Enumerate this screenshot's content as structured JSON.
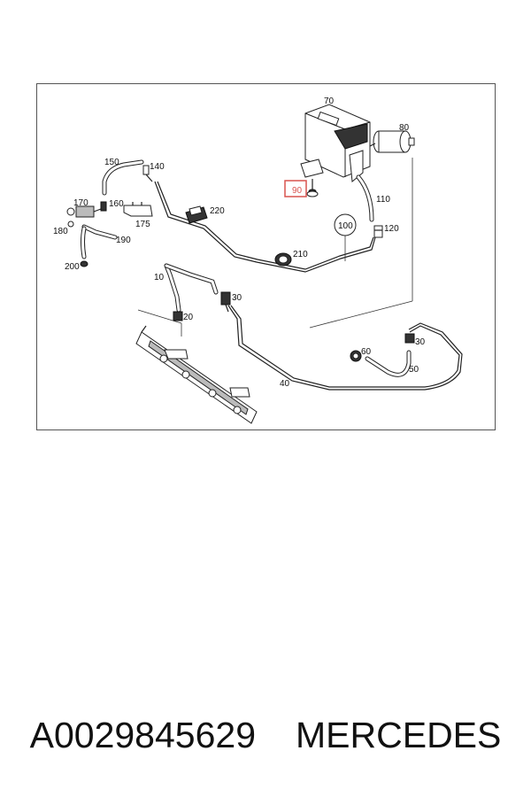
{
  "diagram": {
    "callouts": {
      "p10": "10",
      "p20": "20",
      "p30a": "30",
      "p30b": "30",
      "p40": "40",
      "p50": "50",
      "p60": "60",
      "p70": "70",
      "p80": "80",
      "p90": "90",
      "p100": "100",
      "p110": "110",
      "p120": "120",
      "p140": "140",
      "p150": "150",
      "p160": "160",
      "p170": "170",
      "p175": "175",
      "p180": "180",
      "p190": "190",
      "p200": "200",
      "p210": "210",
      "p220": "220"
    },
    "highlight_color": "#d9534f"
  },
  "caption": {
    "part_number": "A0029845629",
    "brand": "MERCEDES"
  }
}
